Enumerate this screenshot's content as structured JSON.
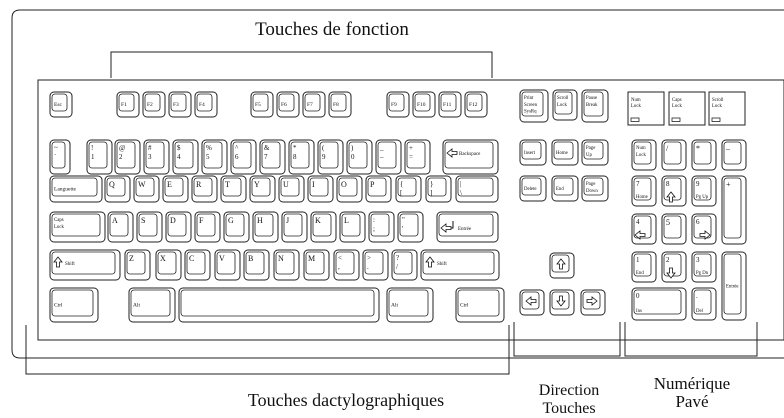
{
  "captions": {
    "function_keys": "Touches de fonction",
    "typing_keys": "Touches dactylographiques",
    "direction_line1": "Direction",
    "direction_line2": "Touches",
    "numeric_line1": "Numérique",
    "numeric_line2": "Pavé"
  },
  "keys": {
    "esc": "Esc",
    "f": [
      "F1",
      "F2",
      "F3",
      "F4",
      "F5",
      "F6",
      "F7",
      "F8",
      "F9",
      "F10",
      "F11",
      "F12"
    ],
    "print_screen": [
      "Print",
      "Screen",
      "SysRq"
    ],
    "scroll_lock": [
      "Scroll",
      "Lock"
    ],
    "pause": [
      "Pause",
      "Break"
    ],
    "num_lock_light": [
      "Num",
      "Lock"
    ],
    "caps_lock_light": [
      "Caps",
      "Lock"
    ],
    "scroll_lock_light": [
      "Scroll",
      "Lock"
    ],
    "number_row": [
      [
        "~",
        "`"
      ],
      [
        "!",
        "1"
      ],
      [
        "@",
        "2"
      ],
      [
        "#",
        "3"
      ],
      [
        "$",
        "4"
      ],
      [
        "%",
        "5"
      ],
      [
        "^",
        "6"
      ],
      [
        "&",
        "7"
      ],
      [
        "*",
        "8"
      ],
      [
        "(",
        "9"
      ],
      [
        ")",
        "0"
      ],
      [
        "_",
        "–"
      ],
      [
        "+",
        "="
      ]
    ],
    "backspace": "Backspace",
    "tab": "Languette",
    "top_row": [
      "Q",
      "W",
      "E",
      "R",
      "T",
      "Y",
      "U",
      "I",
      "O",
      "P"
    ],
    "top_row_sym": [
      [
        "{",
        "["
      ],
      [
        "}",
        "]"
      ],
      [
        "|",
        "\\"
      ]
    ],
    "caps_lock": [
      "Caps",
      "Lock"
    ],
    "home_row": [
      "A",
      "S",
      "D",
      "F",
      "G",
      "H",
      "J",
      "K",
      "L"
    ],
    "home_row_sym": [
      [
        ":",
        ";"
      ],
      [
        "\"",
        "'"
      ]
    ],
    "enter": "Entrée",
    "shift": "Shift",
    "bottom_row": [
      "Z",
      "X",
      "C",
      "V",
      "B",
      "N",
      "M"
    ],
    "bottom_row_sym": [
      [
        "<",
        ","
      ],
      [
        ">",
        "."
      ],
      [
        "?",
        "/"
      ]
    ],
    "ctrl": "Ctrl",
    "alt": "Alt",
    "insert": "Insert",
    "home": "Home",
    "page_up": [
      "Page",
      "Up"
    ],
    "delete": "Delete",
    "end": "End",
    "page_down": [
      "Page",
      "Down"
    ],
    "numpad": {
      "num_lock": [
        "Num",
        "Lock"
      ],
      "divide": "/",
      "multiply": "*",
      "minus": "–",
      "plus": "+",
      "enter": "Entrée",
      "n7": [
        "7",
        "Home"
      ],
      "n8": "8",
      "n9": [
        "9",
        "Pg Up"
      ],
      "n4": "4",
      "n5": "5",
      "n6": "6",
      "n1": [
        "1",
        "End"
      ],
      "n2": "2",
      "n3": [
        "3",
        "Pg Dn"
      ],
      "n0": [
        "0",
        "Ins"
      ],
      "dot": [
        ".",
        "Del"
      ]
    }
  }
}
